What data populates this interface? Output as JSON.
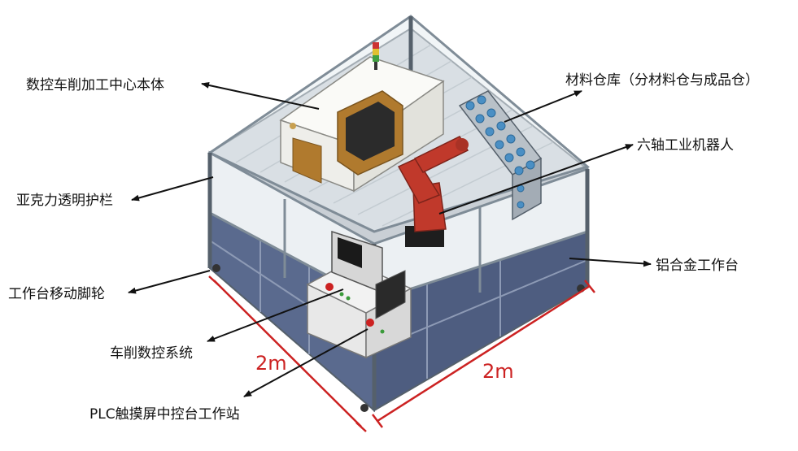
{
  "labels": {
    "cnc_body": "数控车削加工中心本体",
    "acrylic_fence": "亚克力透明护栏",
    "casters": "工作台移动脚轮",
    "cnc_system": "车削数控系统",
    "plc_station": "PLC触摸屏中控台工作站",
    "warehouse": "材料仓库（分材料仓与成品仓）",
    "robot": "六轴工业机器人",
    "table": "铝合金工作台"
  },
  "dimensions": {
    "left": "2m",
    "right": "2m"
  },
  "colors": {
    "frame": "#7f8c97",
    "frame_dark": "#55606b",
    "glass": "#e6ecf0",
    "panel": "#5a6a8e",
    "robot": "#c0392b",
    "lathe": "#f4f4f0",
    "door": "#b07a2e",
    "console": "#e8e8e8",
    "bin": "#4a8fc4",
    "dimension": "#cc2222",
    "arrow": "#111111"
  }
}
